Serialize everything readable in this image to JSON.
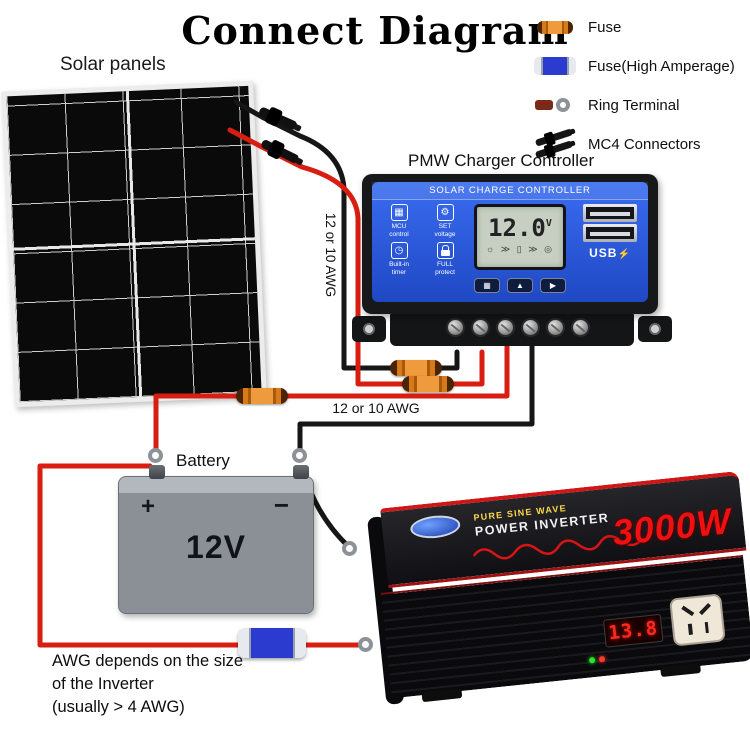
{
  "title": "Connect Diagram",
  "labels": {
    "solar_panels": "Solar panels",
    "controller": "PMW Charger Controller",
    "battery": "Battery",
    "awg_vertical": "12 or 10 AWG",
    "awg_horizontal": "12 or 10 AWG",
    "awg_note": [
      "AWG depends on the size",
      "of the Inverter",
      "(usually > 4 AWG)"
    ]
  },
  "legend": {
    "items": [
      {
        "icon": "fuse-icon",
        "label": "Fuse"
      },
      {
        "icon": "fuse-high-amperage-icon",
        "label": "Fuse(High Amperage)"
      },
      {
        "icon": "ring-terminal-icon",
        "label": "Ring Terminal"
      },
      {
        "icon": "mc4-connectors-icon",
        "label": "MC4 Connectors"
      }
    ]
  },
  "controller": {
    "header": "SOLAR CHARGE CONTROLLER",
    "lcd": {
      "value": "12.0",
      "unit": "V",
      "icons": [
        "☼",
        "≫",
        "▯",
        "≫",
        "◎"
      ]
    },
    "features": [
      {
        "icon": "mcu-icon",
        "glyph": "▦",
        "line1": "MCU",
        "line2": "control"
      },
      {
        "icon": "gear-icon",
        "glyph": "⚙",
        "line1": "SET",
        "line2": "voltage"
      },
      {
        "icon": "clock-icon",
        "glyph": "◷",
        "line1": "Built-in",
        "line2": "timer"
      },
      {
        "icon": "lock-icon",
        "line1": "FULL",
        "line2": "protect"
      }
    ],
    "buttons": [
      {
        "glyph": "▦"
      },
      {
        "glyph": "▲"
      },
      {
        "glyph": "▶"
      }
    ],
    "usb_label": "USB",
    "usb_bolt": "⚡"
  },
  "battery": {
    "voltage": "12V",
    "plus": "+",
    "minus": "−"
  },
  "inverter": {
    "line1": "PURE SINE WAVE",
    "line2": "POWER INVERTER",
    "power": "3000W",
    "display": "13.8"
  },
  "colors": {
    "wire_red": "#d81e10",
    "wire_black": "#161616",
    "controller_blue": "#2857d8",
    "accent_red": "#cf1717"
  }
}
